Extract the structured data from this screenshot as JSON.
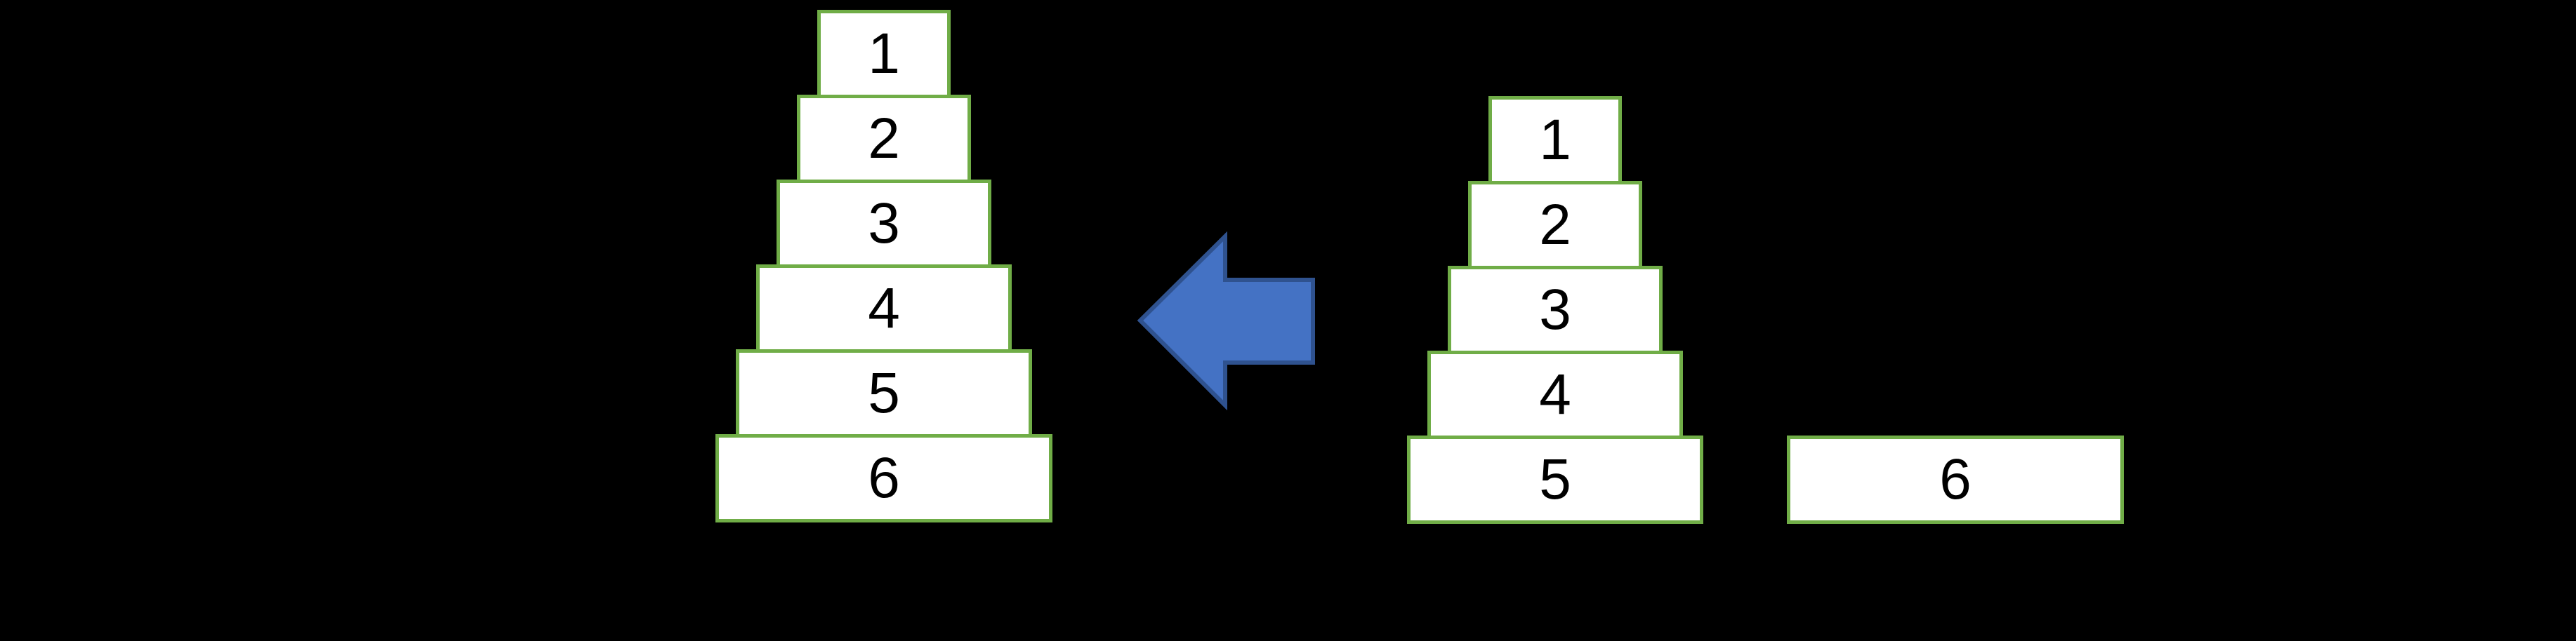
{
  "slide": {
    "background": "#000000",
    "description_labels": []
  },
  "colors": {
    "background": "#000000",
    "block_fill": "#FFFFFF",
    "block_border": "#70AD47",
    "block_text": "#000000",
    "arrow_fill": "#4472C4",
    "arrow_border": "#2F528F"
  },
  "left_tower": {
    "blocks": [
      "1",
      "2",
      "3",
      "4",
      "5",
      "6"
    ]
  },
  "right_tower": {
    "blocks": [
      "1",
      "2",
      "3",
      "4",
      "5"
    ]
  },
  "floating_block": {
    "label": "6"
  },
  "arrow": {
    "icon": "left-arrow-icon",
    "direction": "left"
  }
}
